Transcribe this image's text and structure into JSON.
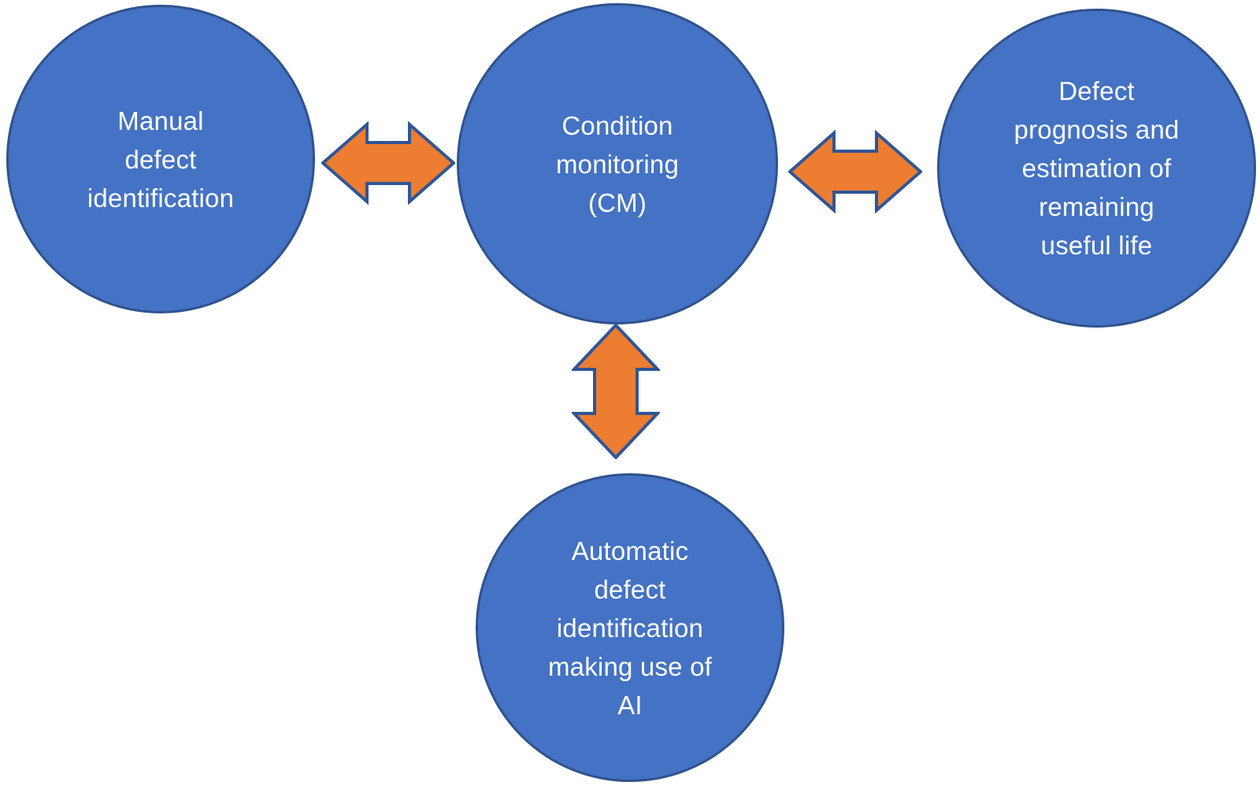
{
  "diagram": {
    "type": "concept-diagram",
    "nodes": [
      {
        "id": "manual-defect-identification",
        "shape": "circle",
        "text": "Manual\ndefect\nidentification"
      },
      {
        "id": "condition-monitoring",
        "shape": "circle",
        "text": "Condition\nmonitoring\n(CM)"
      },
      {
        "id": "defect-prognosis",
        "shape": "circle",
        "text": "Defect\nprognosis and\nestimation of\nremaining\nuseful life"
      },
      {
        "id": "automatic-defect-identification",
        "shape": "circle",
        "text": "Automatic\ndefect\nidentification\nmaking use of\nAI"
      }
    ],
    "connectors": [
      {
        "from": "manual-defect-identification",
        "to": "condition-monitoring",
        "type": "double-headed-arrow",
        "orientation": "horizontal"
      },
      {
        "from": "condition-monitoring",
        "to": "defect-prognosis",
        "type": "double-headed-arrow",
        "orientation": "horizontal"
      },
      {
        "from": "condition-monitoring",
        "to": "automatic-defect-identification",
        "type": "double-headed-arrow",
        "orientation": "vertical"
      }
    ],
    "colors": {
      "background": "#FFFFFF",
      "node_fill": "#4472C4",
      "node_border": "#2F528F",
      "node_text": "#FFFFFF",
      "arrow_fill": "#ED7D31",
      "arrow_border": "#2F5597"
    }
  }
}
